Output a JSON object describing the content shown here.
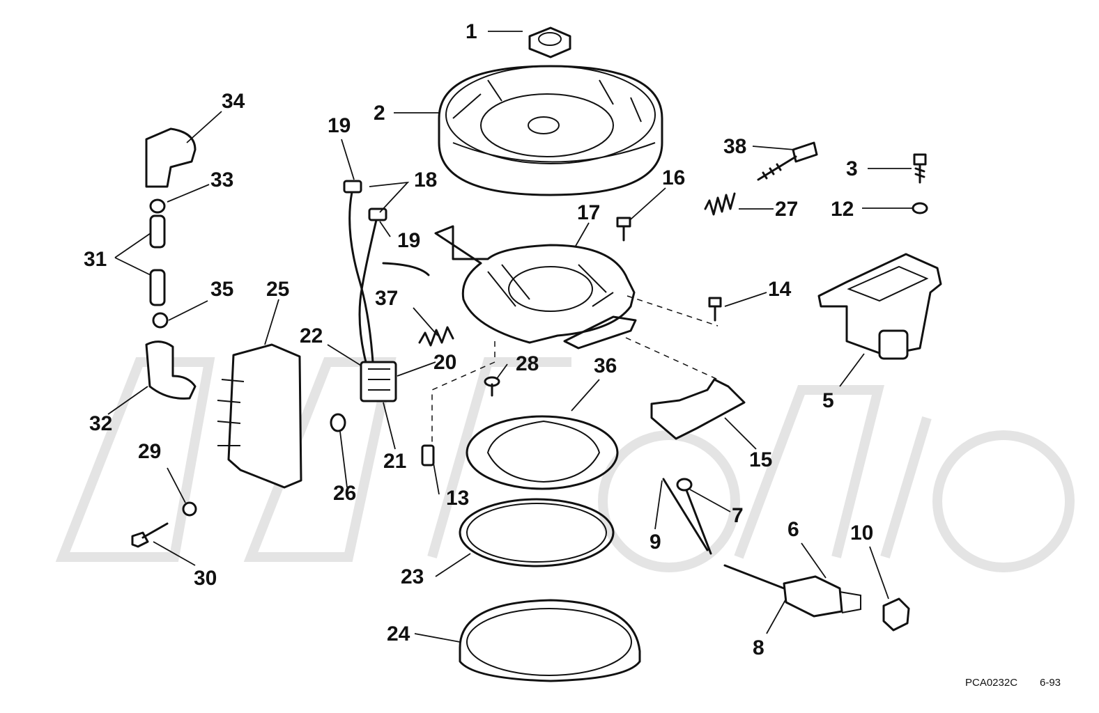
{
  "diagram": {
    "drawing_code": "PCA0232C",
    "drawing_date": "6-93",
    "callouts": [
      "1",
      "2",
      "3",
      "5",
      "6",
      "7",
      "8",
      "9",
      "10",
      "12",
      "13",
      "14",
      "15",
      "16",
      "17",
      "18",
      "19",
      "19",
      "20",
      "21",
      "22",
      "23",
      "24",
      "25",
      "26",
      "27",
      "28",
      "29",
      "30",
      "31",
      "32",
      "33",
      "34",
      "35",
      "36",
      "37",
      "38"
    ]
  }
}
